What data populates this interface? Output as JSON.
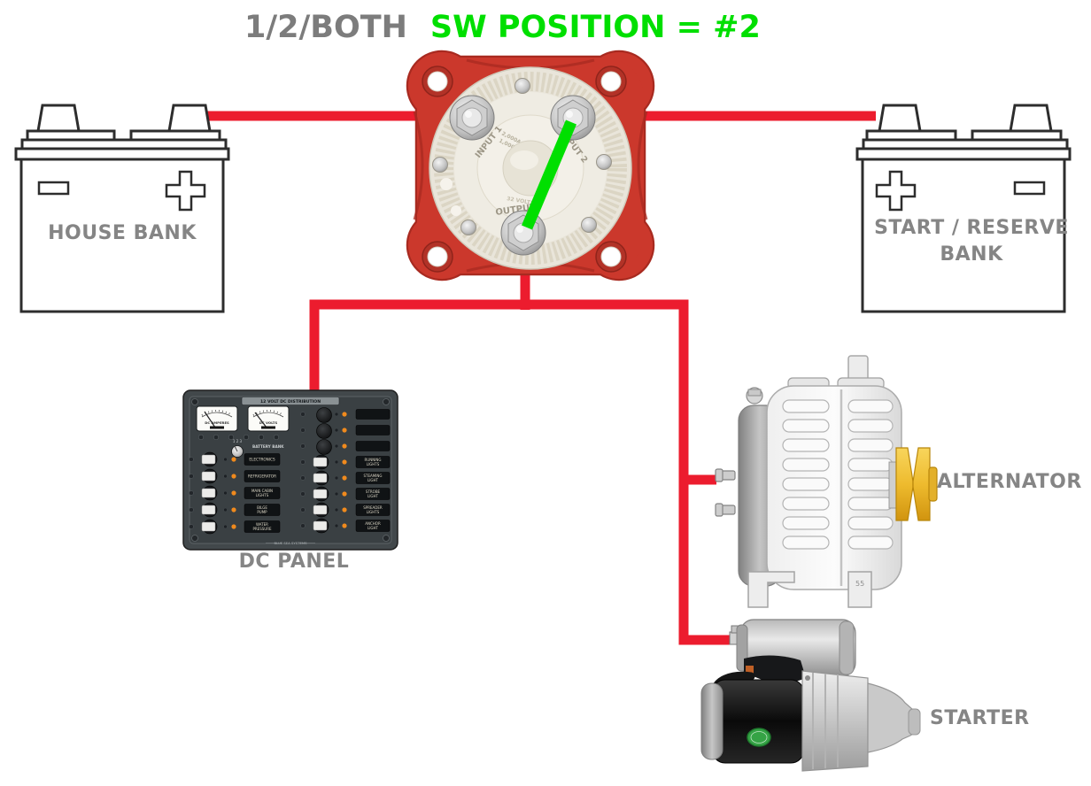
{
  "title": {
    "prefix": "1/2/BOTH",
    "highlight": "SW POSITION = #2"
  },
  "colors": {
    "wire_red": "#ec1c2e",
    "indicator_green": "#00df00",
    "title_gray": "#7c7c7c",
    "title_green": "#00df00",
    "label_gray": "#858585",
    "switch_red": "#cb382c",
    "panel_dark": "#3e4447",
    "pulley_yellow": "#f0c030"
  },
  "switch": {
    "labels": {
      "input1": "INPUT 1",
      "input2": "INPUT 2",
      "output": "OUTPUT",
      "rating1": "2,000A @ 10 SEC",
      "rating2": "1,000A @ 1 MIN",
      "volts": "32 VOLTS"
    }
  },
  "batteries": {
    "house": {
      "label": "HOUSE BANK"
    },
    "start_reserve": {
      "line1": "START / RESERVE",
      "line2": "BANK"
    }
  },
  "dc_panel": {
    "caption": "DC PANEL",
    "header": "12 VOLT DC DISTRIBUTION",
    "meters": [
      {
        "label": "DC AMPERES"
      },
      {
        "label": "DC VOLTS"
      }
    ],
    "selector": {
      "positions": "1   2   3",
      "label": "BATTERY BANK"
    },
    "left_breakers": [
      [
        "ELECTRONICS"
      ],
      [
        "REFRIGERATOR"
      ],
      [
        "MAIN CABIN",
        "LIGHTS"
      ],
      [
        "BILGE",
        "PUMP"
      ],
      [
        "WATER",
        "PRESSURE"
      ]
    ],
    "right_breakers": [
      [
        "RUNNING",
        "LIGHTS"
      ],
      [
        "STEAMING",
        "LIGHT"
      ],
      [
        "STROBE",
        "LIGHT"
      ],
      [
        "SPREADER",
        "LIGHTS"
      ],
      [
        "ANCHOR",
        "LIGHT"
      ]
    ],
    "brand": "BLUE SEA SYSTEMS"
  },
  "alternator": {
    "caption": "ALTERNATOR",
    "marking": "55"
  },
  "starter": {
    "caption": "STARTER"
  }
}
